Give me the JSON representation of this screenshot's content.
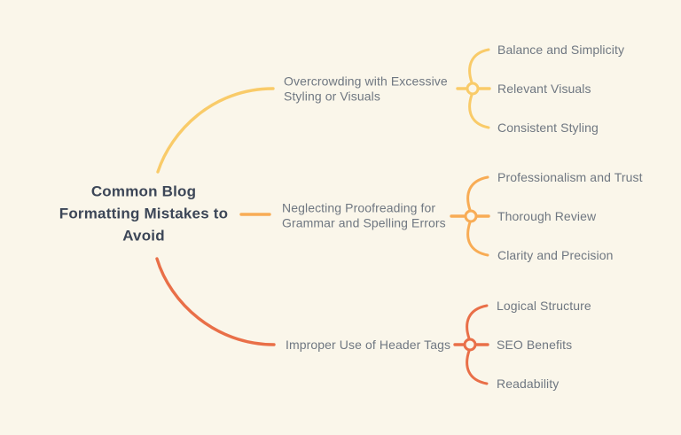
{
  "diagram": {
    "type": "mindmap",
    "root": {
      "label_lines": [
        "Common Blog",
        "Formatting Mistakes to",
        "Avoid"
      ]
    },
    "branches": [
      {
        "label_lines": [
          "Overcrowding with Excessive",
          "Styling or Visuals"
        ],
        "color": "#F9CB69",
        "children": [
          "Balance and Simplicity",
          "Relevant Visuals",
          "Consistent Styling"
        ]
      },
      {
        "label_lines": [
          "Neglecting Proofreading for",
          "Grammar and Spelling Errors"
        ],
        "color": "#F8AC55",
        "children": [
          "Professionalism and Trust",
          "Thorough Review",
          "Clarity and Precision"
        ]
      },
      {
        "label_lines": [
          "Improper Use of Header Tags"
        ],
        "color": "#E96F48",
        "children": [
          "Logical Structure",
          "SEO Benefits",
          "Readability"
        ]
      }
    ],
    "colors": {
      "background": "#FAF6EA",
      "root_text": "#3C4657",
      "node_text": "#6F7781"
    }
  }
}
